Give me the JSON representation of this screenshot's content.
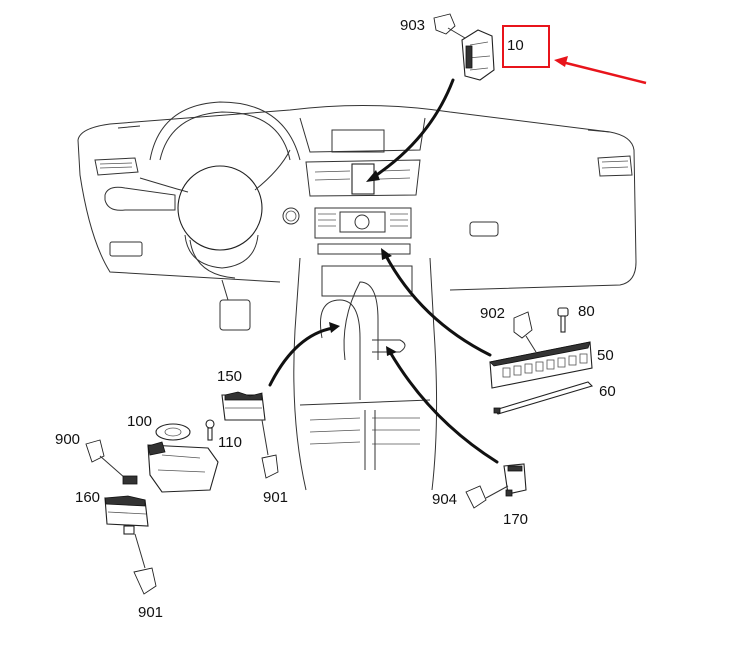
{
  "diagram": {
    "type": "exploded-parts-diagram",
    "subject": "dashboard center console switches",
    "highlight": {
      "label": "10",
      "color": "#e8141b"
    },
    "callouts": [
      {
        "id": "p903",
        "label": "903"
      },
      {
        "id": "p10",
        "label": "10"
      },
      {
        "id": "p902",
        "label": "902"
      },
      {
        "id": "p80",
        "label": "80"
      },
      {
        "id": "p50",
        "label": "50"
      },
      {
        "id": "p60",
        "label": "60"
      },
      {
        "id": "p150",
        "label": "150"
      },
      {
        "id": "p100",
        "label": "100"
      },
      {
        "id": "p110",
        "label": "110"
      },
      {
        "id": "p900",
        "label": "900"
      },
      {
        "id": "p901a",
        "label": "901"
      },
      {
        "id": "p160",
        "label": "160"
      },
      {
        "id": "p901b",
        "label": "901"
      },
      {
        "id": "p904",
        "label": "904"
      },
      {
        "id": "p170",
        "label": "170"
      }
    ]
  }
}
